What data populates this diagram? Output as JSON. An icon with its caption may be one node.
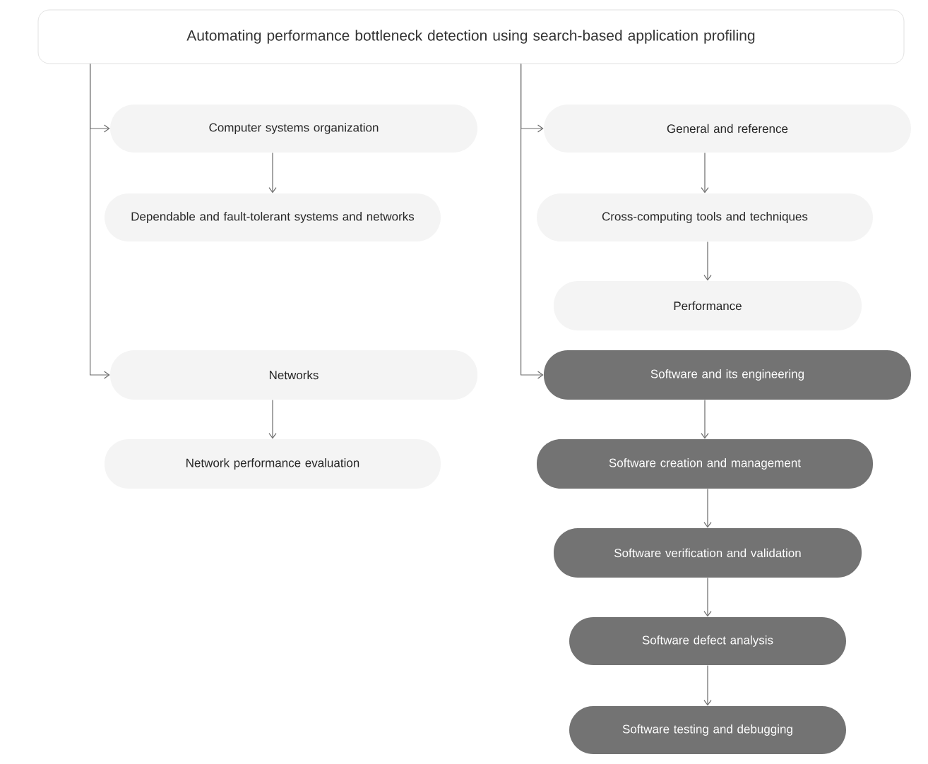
{
  "diagram": {
    "nodes": [
      {
        "text": [
          "Automating performance bottleneck detection using search-based application profiling"
        ]
      },
      {
        "text": [
          "Computer systems organization"
        ]
      },
      {
        "text": [
          "Dependable and fault-tolerant systems and networks"
        ]
      },
      {
        "text": [
          "Networks"
        ]
      },
      {
        "text": [
          "Network performance evaluation"
        ]
      },
      {
        "text": [
          "General and reference"
        ]
      },
      {
        "text": [
          "Cross-computing tools and techniques"
        ]
      },
      {
        "text": [
          "Performance"
        ]
      },
      {
        "text": [
          "Software and its engineering"
        ]
      },
      {
        "text": [
          "Software creation and management"
        ]
      },
      {
        "text": [
          "Software verification and validation"
        ]
      },
      {
        "text": [
          "Software defect analysis"
        ]
      },
      {
        "text": [
          "Software testing and debugging"
        ]
      }
    ],
    "edges": [
      {
        "from": 0,
        "to": 1,
        "arrow": "to"
      },
      {
        "from": 0,
        "to": 3,
        "arrow": "to"
      },
      {
        "from": 0,
        "to": 5,
        "arrow": "to"
      },
      {
        "from": 0,
        "to": 8,
        "arrow": "to"
      },
      {
        "from": 1,
        "to": 2,
        "arrow": "to"
      },
      {
        "from": 3,
        "to": 4,
        "arrow": "to"
      },
      {
        "from": 5,
        "to": 6,
        "arrow": "to"
      },
      {
        "from": 6,
        "to": 7,
        "arrow": "to"
      },
      {
        "from": 8,
        "to": 9,
        "arrow": "to"
      },
      {
        "from": 9,
        "to": 10,
        "arrow": "to"
      },
      {
        "from": 10,
        "to": 11,
        "arrow": "to"
      },
      {
        "from": 11,
        "to": 12,
        "arrow": "to"
      }
    ]
  }
}
